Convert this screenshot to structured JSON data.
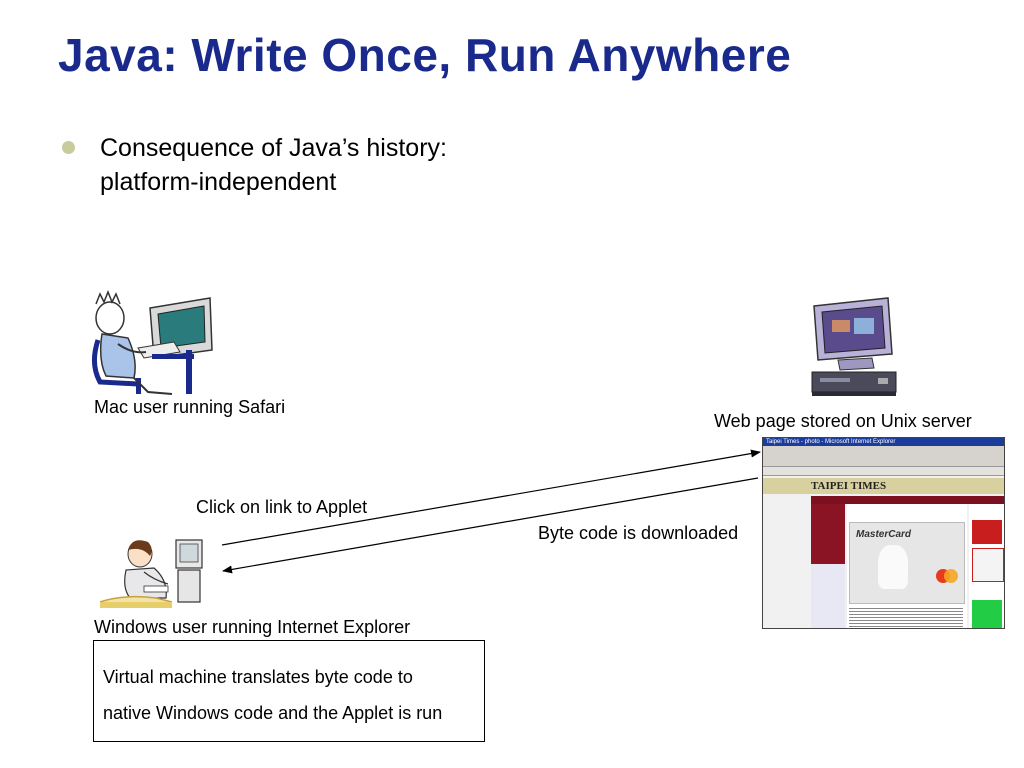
{
  "slide": {
    "title": "Java: Write Once, Run Anywhere",
    "bullet": "Consequence of Java’s history: platform-independent"
  },
  "labels": {
    "mac_user": "Mac user running Safari",
    "unix_server": "Web page stored on Unix server",
    "click_link": "Click on link to Applet",
    "byte_code": "Byte code is downloaded",
    "windows_user": "Windows user running Internet Explorer"
  },
  "vm_box": {
    "line1": "Virtual machine translates byte code to",
    "line2": "native Windows code and the Applet is run"
  },
  "webpage": {
    "browser_title": "Taipei Times - photo - Microsoft Internet Explorer",
    "logo": "TAIPEI TIMES",
    "card_brand": "MasterCard"
  },
  "colors": {
    "title": "#1a2a8c",
    "bullet": "#c8cc9a",
    "sidebar": "#8a1424"
  }
}
